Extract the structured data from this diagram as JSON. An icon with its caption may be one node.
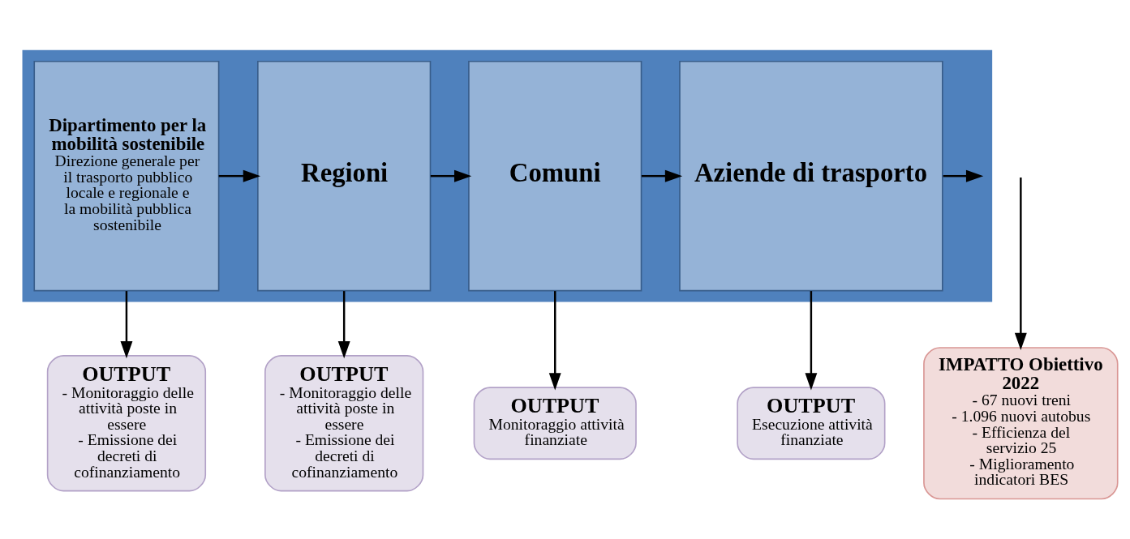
{
  "diagram": {
    "nodes": [
      {
        "text": [],
        "shape": "arrow"
      },
      {
        "text": [
          "Dipartimento per la mobilità sostenibile",
          "Direzione generale per il trasporto pubblico locale e regionale e la mobilità pubblica sostenibile"
        ],
        "in": 0
      },
      {
        "text": [
          "Regioni"
        ],
        "in": 0
      },
      {
        "text": [
          "Comuni"
        ],
        "in": 0
      },
      {
        "text": [
          "Aziende di trasporto"
        ],
        "in": 0
      },
      {
        "text": [
          "OUTPUT",
          "- Monitoraggio delle attività poste in essere",
          "- Emissione dei decreti di cofinanziamento"
        ]
      },
      {
        "text": [
          "OUTPUT",
          "- Monitoraggio delle attività poste in essere",
          "- Emissione dei decreti di cofinanziamento"
        ]
      },
      {
        "text": [
          "OUTPUT",
          "Monitoraggio attività finanziate"
        ]
      },
      {
        "text": [
          "OUTPUT",
          "Esecuzione attività finanziate"
        ]
      },
      {
        "text": [
          "IMPATTO Obiettivo 2022",
          "- 67 nuovi treni",
          "- 1.096 nuovi autobus",
          "- Efficienza del servizio 25",
          "- Miglioramento indicatori BES"
        ]
      }
    ],
    "edges": [
      {
        "from": 1,
        "to": 2,
        "arrow": "to"
      },
      {
        "from": 2,
        "to": 3,
        "arrow": "to"
      },
      {
        "from": 3,
        "to": 4,
        "arrow": "to"
      },
      {
        "from": 4,
        "to": null,
        "arrow": "to"
      },
      {
        "from": 1,
        "to": 5,
        "arrow": "to"
      },
      {
        "from": 2,
        "to": 6,
        "arrow": "to"
      },
      {
        "from": 3,
        "to": 7,
        "arrow": "to"
      },
      {
        "from": 4,
        "to": 8,
        "arrow": "to"
      },
      {
        "from": null,
        "to": 9,
        "arrow": "to"
      }
    ]
  }
}
